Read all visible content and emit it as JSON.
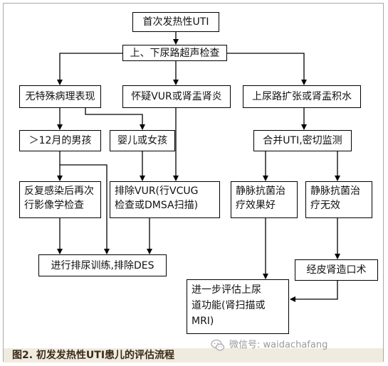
{
  "nodes": {
    "first_uti": "首次发热性UTI",
    "ultrasound": "上、下尿路超声检查",
    "no_pathology": "无特殊病理表现",
    "suspect_vur": "怀疑VUR或肾盂肾炎",
    "upper_dilation": "上尿路扩张或肾盂积水",
    "boys_over_12m": "＞12月的男孩",
    "infants_girls": "婴儿或女孩",
    "combined_uti": "合并UTI,密切监测",
    "recurrent_line1": "反复感染后再次",
    "recurrent_line2": "行影像学检查",
    "exclude_vur_line1": "排除VUR(行VCUG",
    "exclude_vur_line2": "检查或DMSA扫描)",
    "iv_good_line1": "静脉抗菌治",
    "iv_good_line2": "疗效果好",
    "iv_bad_line1": "静脉抗菌治",
    "iv_bad_line2": "疗无效",
    "training": "进行排尿训练,排除DES",
    "nephrostomy": "经皮肾造口术",
    "further_line1": "进一步评估上尿",
    "further_line2": "道功能(肾扫描或",
    "further_line3": "MRI)"
  },
  "caption": "图2. 初发发热性UTI患儿的评估流程",
  "watermark": "微信号: waidachafang",
  "colors": {
    "caption_bg": "#f0ebdf",
    "caption_text": "#3a2a1a",
    "frame": "#a9a9a9",
    "line": "#000000",
    "watermark": "#9a9a9a"
  }
}
